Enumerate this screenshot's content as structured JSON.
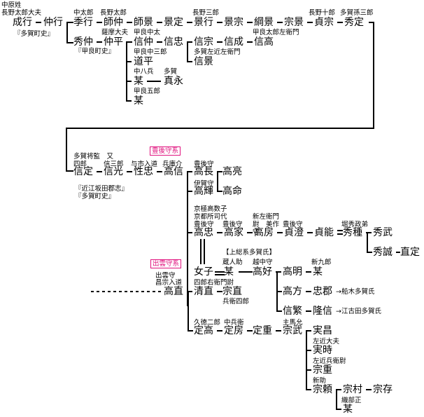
{
  "clan": {
    "origin_note": "中原姓",
    "r0": {
      "p1": {
        "name": "成行",
        "title": "長野太郎大夫"
      },
      "p2": {
        "name": "仲行"
      },
      "p3": {
        "name": "季行",
        "title": "中太郎"
      },
      "p4": {
        "name": "師仲",
        "title": "長野太郎"
      },
      "p5": {
        "name": "師景"
      },
      "p6": {
        "name": "景定"
      },
      "p7": {
        "name": "景行",
        "title": "長野三郎"
      },
      "p8": {
        "name": "景宗"
      },
      "p9": {
        "name": "綱景"
      },
      "p10": {
        "name": "宗景"
      },
      "p11": {
        "name": "貞宗",
        "title": "長野十郎"
      },
      "p12": {
        "name": "秀定",
        "title": "多賀孫三郎"
      },
      "src1": "『多賀町史』"
    },
    "r1": {
      "hidenaka": {
        "name": "秀仲"
      },
      "nakahira": {
        "name": "仲平",
        "title": "薩摩大夫"
      },
      "src2": "『甲良町史』",
      "nobunaka": {
        "name": "信仲",
        "title": "甲良中太"
      },
      "nobutada": {
        "name": "信忠"
      },
      "douhei": {
        "name": "道平",
        "title": "甲良中三郎"
      },
      "bou1": {
        "name": "某",
        "title": "中八兵"
      },
      "sanenaga": {
        "name": "真永",
        "title": "多賀"
      },
      "bou2": {
        "name": "某",
        "title": "甲良五郎"
      },
      "nobumune": {
        "name": "信宗"
      },
      "nobunari": {
        "name": "信成"
      },
      "nobutaka": {
        "name": "信高",
        "title": "甲良太郎左衛門"
      },
      "nobukage": {
        "name": "信景",
        "title": "多賀左近左衛門"
      }
    },
    "r2": {
      "nobusada": {
        "name": "信定",
        "title": "多賀将監　又四郎"
      },
      "nobumitsu": {
        "name": "信光",
        "title": "信三郎"
      },
      "shouchuu": {
        "name": "性忠",
        "title": "与市入道"
      },
      "takanobu": {
        "name": "高信",
        "title": "兵庫介"
      },
      "bungo_tag": "豊後守系",
      "src3": "『近江坂田郡志』",
      "src4": "『多賀町史』",
      "takanaga": {
        "name": "高長",
        "title": "豊後守"
      },
      "takaakira": {
        "name": "高亮"
      },
      "takateru": {
        "name": "高輝",
        "title": "伊賀守"
      },
      "takanori": {
        "name": "高命"
      }
    },
    "r3": {
      "takatada": {
        "name": "高忠",
        "title1": "京極高数子",
        "title2": "京都所司代",
        "title3": "豊後守"
      },
      "takaie": {
        "name": "高家",
        "title": "豊後守"
      },
      "takafusa": {
        "name": "高房",
        "title": "新左衛門尉　美作守"
      },
      "sadasumi": {
        "name": "貞澄",
        "title": "豊後守"
      },
      "sadayoshi": {
        "name": "貞能"
      },
      "hidetane": {
        "name": "秀種",
        "title": "堀秀政弟"
      },
      "hidetake": {
        "name": "秀武"
      },
      "hidenobu": {
        "name": "秀誠"
      },
      "naosada": {
        "name": "直定"
      }
    },
    "r4": {
      "izumo_tag": "出雲守系",
      "kazusa_note": "【上総系多賀氏】",
      "joshi": {
        "name": "女子"
      },
      "bou3": {
        "name": "某",
        "title": "蔵人助"
      },
      "takayoshi": {
        "name": "高好",
        "title": "越中守"
      },
      "takaaki": {
        "name": "高明"
      },
      "bou4": {
        "name": "某",
        "title": "新九郎"
      },
      "takanao": {
        "name": "高直",
        "title1": "出雲守",
        "title2": "昌宗入道"
      },
      "kiyonao": {
        "name": "清直",
        "title": "四郎右衛門尉"
      },
      "munenao": {
        "name": "宗直",
        "title": "兵衛四郎"
      },
      "takakata": {
        "name": "高方"
      },
      "tadakuni": {
        "name": "忠郡"
      },
      "funaki": "→船木多賀氏",
      "nobushige": {
        "name": "信繁"
      },
      "takanobu2": {
        "name": "隆信"
      },
      "egomi": "→江古田多賀氏"
    },
    "r5": {
      "sadataka": {
        "name": "定高",
        "title": "久徳二郎"
      },
      "sadafusa": {
        "name": "定房",
        "title": "中兵衛"
      },
      "sadashige": {
        "name": "定重"
      },
      "munetake": {
        "name": "宗武",
        "title": "主馬允"
      },
      "sanemasa": {
        "name": "実昌"
      },
      "sanetoki": {
        "name": "実時",
        "title": "左近大夫"
      },
      "muneshige": {
        "name": "宗重",
        "title": "左近兵衛尉"
      },
      "muneyori": {
        "name": "宗頼",
        "title": "新助"
      },
      "munemura": {
        "name": "宗村"
      },
      "muneari": {
        "name": "宗存"
      },
      "bou5": {
        "name": "某",
        "title": "織部正"
      }
    }
  }
}
